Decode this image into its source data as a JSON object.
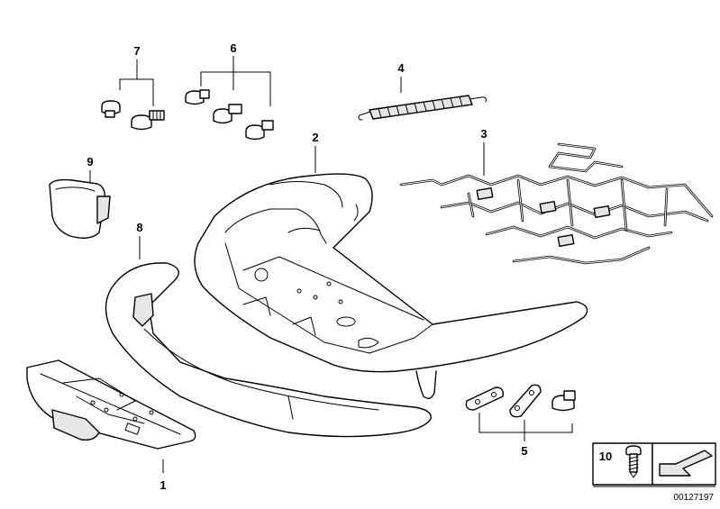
{
  "diagram": {
    "callouts": {
      "c1": "1",
      "c2": "2",
      "c3": "3",
      "c4": "4",
      "c5": "5",
      "c6": "6",
      "c7": "7",
      "c8": "8",
      "c9": "9",
      "c10": "10"
    },
    "document_number": "00127197"
  },
  "colors": {
    "line": "#000000",
    "background": "#ffffff",
    "shade": "#e6e6e6"
  }
}
